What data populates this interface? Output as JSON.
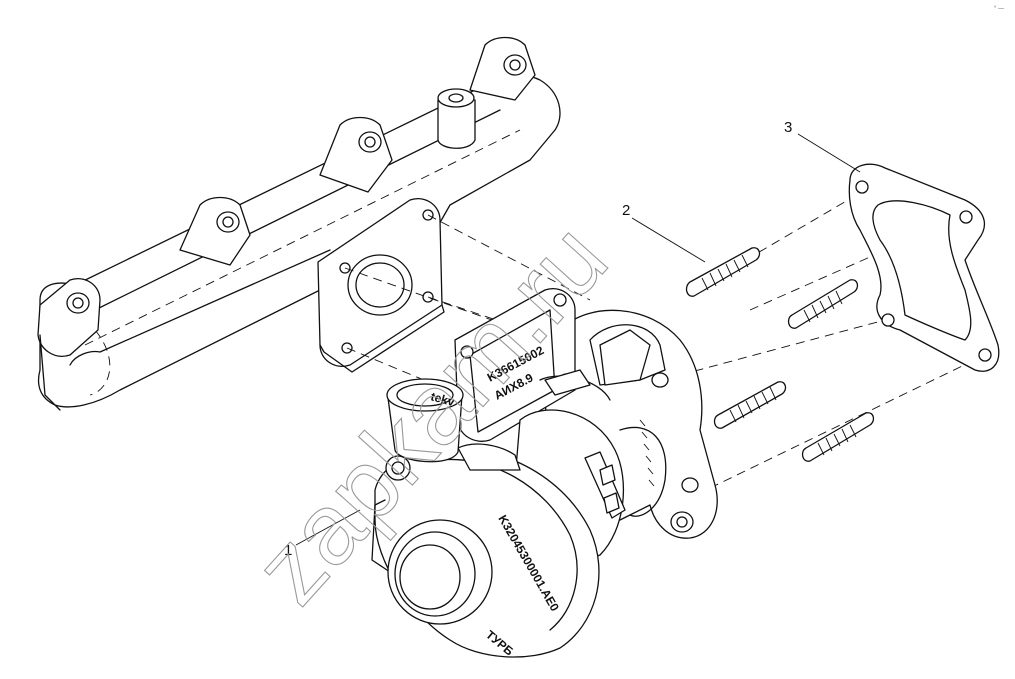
{
  "watermark": "zapkam.ru",
  "callouts": [
    {
      "id": "1",
      "label": "1"
    },
    {
      "id": "2",
      "label": "2"
    },
    {
      "id": "3",
      "label": "3"
    }
  ],
  "stamps": {
    "housing_code": "K36615002",
    "housing_sub": "АИХ8.9",
    "compressor_code": "K32045300001.АЕ0",
    "compressor_brand": "ТУРБ",
    "inlet_text": "tekv"
  },
  "corner_mark": "° —"
}
